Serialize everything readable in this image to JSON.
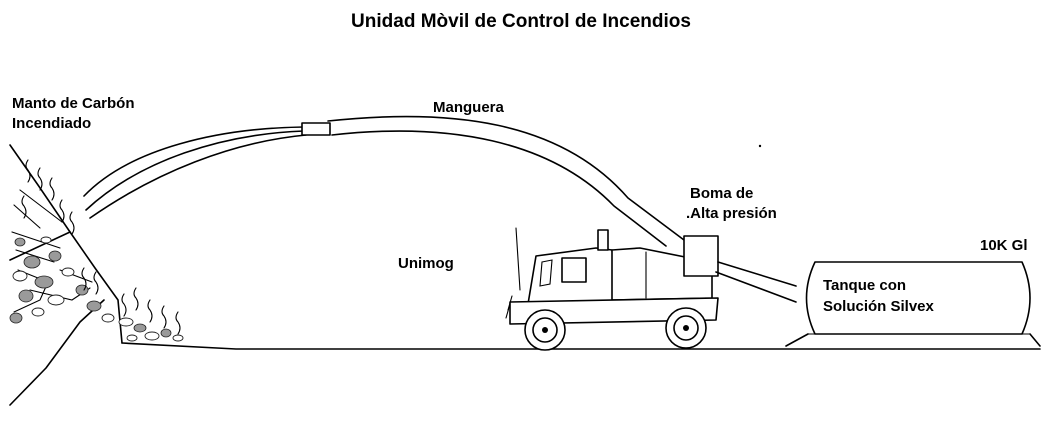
{
  "title": "Unidad Mòvil de Control de Incendios",
  "labels": {
    "coal_line1": "Manto de Carbón",
    "coal_line2": "Incendiado",
    "hose": "Manguera",
    "pump_line1": "Boma de",
    "pump_line2": ".Alta presión",
    "truck": "Unimog",
    "tank_capacity": "10K Gl",
    "tank_line1": "Tanque con",
    "tank_line2": "Solución Silvex"
  }
}
